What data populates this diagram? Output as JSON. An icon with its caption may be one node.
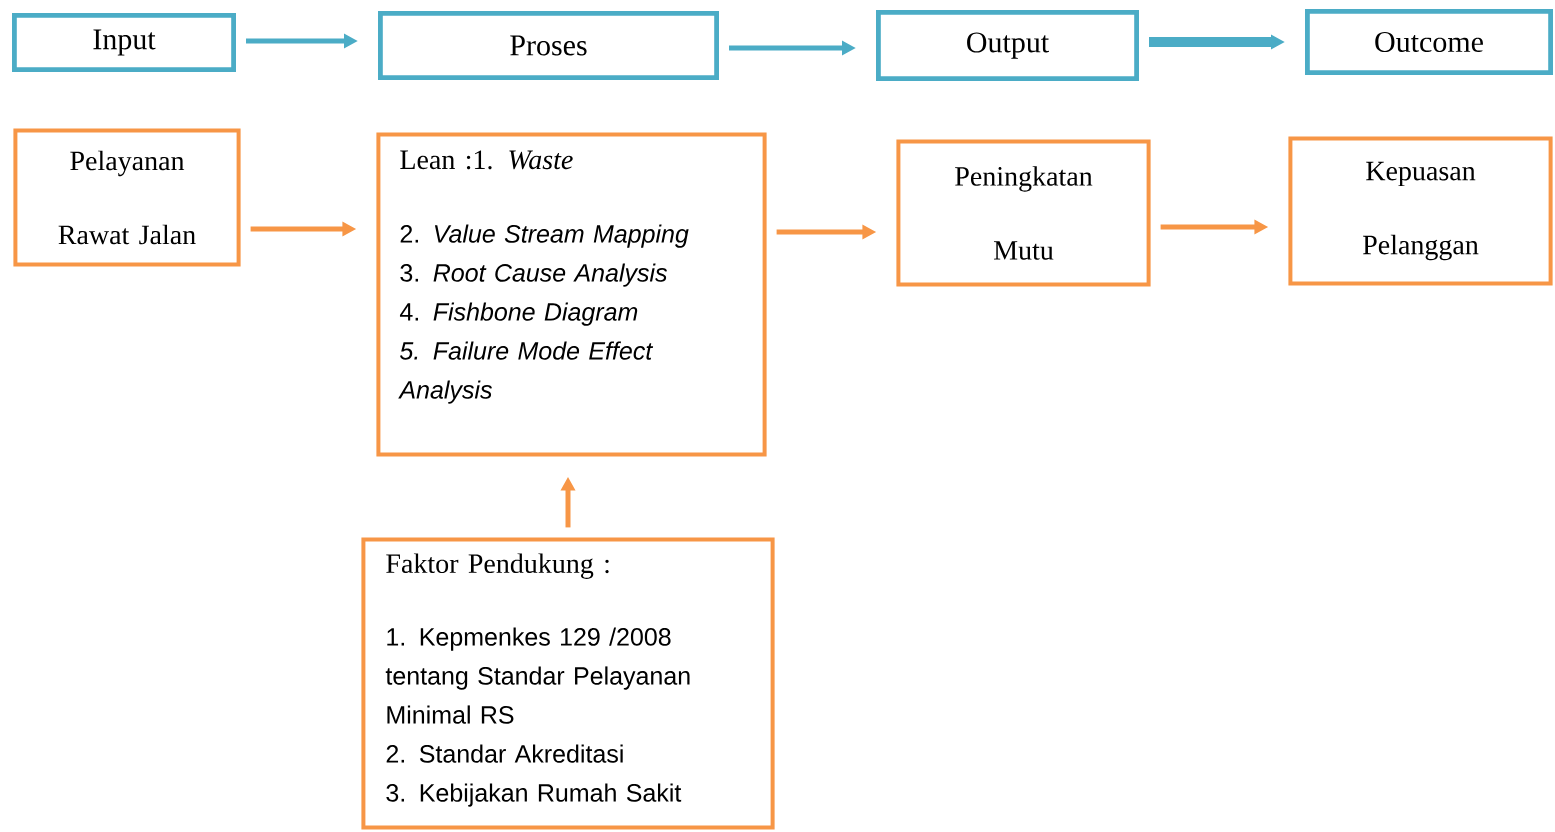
{
  "diagram": {
    "nodes": [
      {
        "text": [
          "Input"
        ]
      },
      {
        "text": [
          "Proses"
        ]
      },
      {
        "text": [
          "Output"
        ]
      },
      {
        "text": [
          "Outcome"
        ]
      },
      {
        "text": [
          "Pelayanan Rawat Jalan"
        ]
      },
      {
        "text": [
          "Lean :1. *Waste*",
          "2. *Value Stream Mapping*",
          "3. *Root Cause Analysis*",
          "4. *Fishbone Diagram*",
          "*5. Failure Mode  Effect Analysis*"
        ]
      },
      {
        "text": [
          "Peningkatan Mutu"
        ]
      },
      {
        "text": [
          "Kepuasan Pelanggan"
        ]
      },
      {
        "text": [
          "Faktor Pendukung :",
          "1.  Kepmenkes 129 /2008 tentang Standar Pelayanan Minimal RS",
          "2.  Standar Akreditasi",
          "3.  Kebijakan Rumah Sakit"
        ]
      }
    ],
    "edges": [
      {
        "from": 0,
        "to": 1,
        "arrow": "to",
        "color": "#4bacc6"
      },
      {
        "from": 1,
        "to": 2,
        "arrow": "to",
        "color": "#4bacc6"
      },
      {
        "from": 2,
        "to": 3,
        "arrow": "to",
        "color": "#4bacc6",
        "style": "thick"
      },
      {
        "from": 4,
        "to": 5,
        "arrow": "to"
      },
      {
        "from": 5,
        "to": 6,
        "arrow": "to"
      },
      {
        "from": 6,
        "to": 7,
        "arrow": "to"
      },
      {
        "from": 8,
        "to": 5,
        "arrow": "to"
      }
    ]
  }
}
